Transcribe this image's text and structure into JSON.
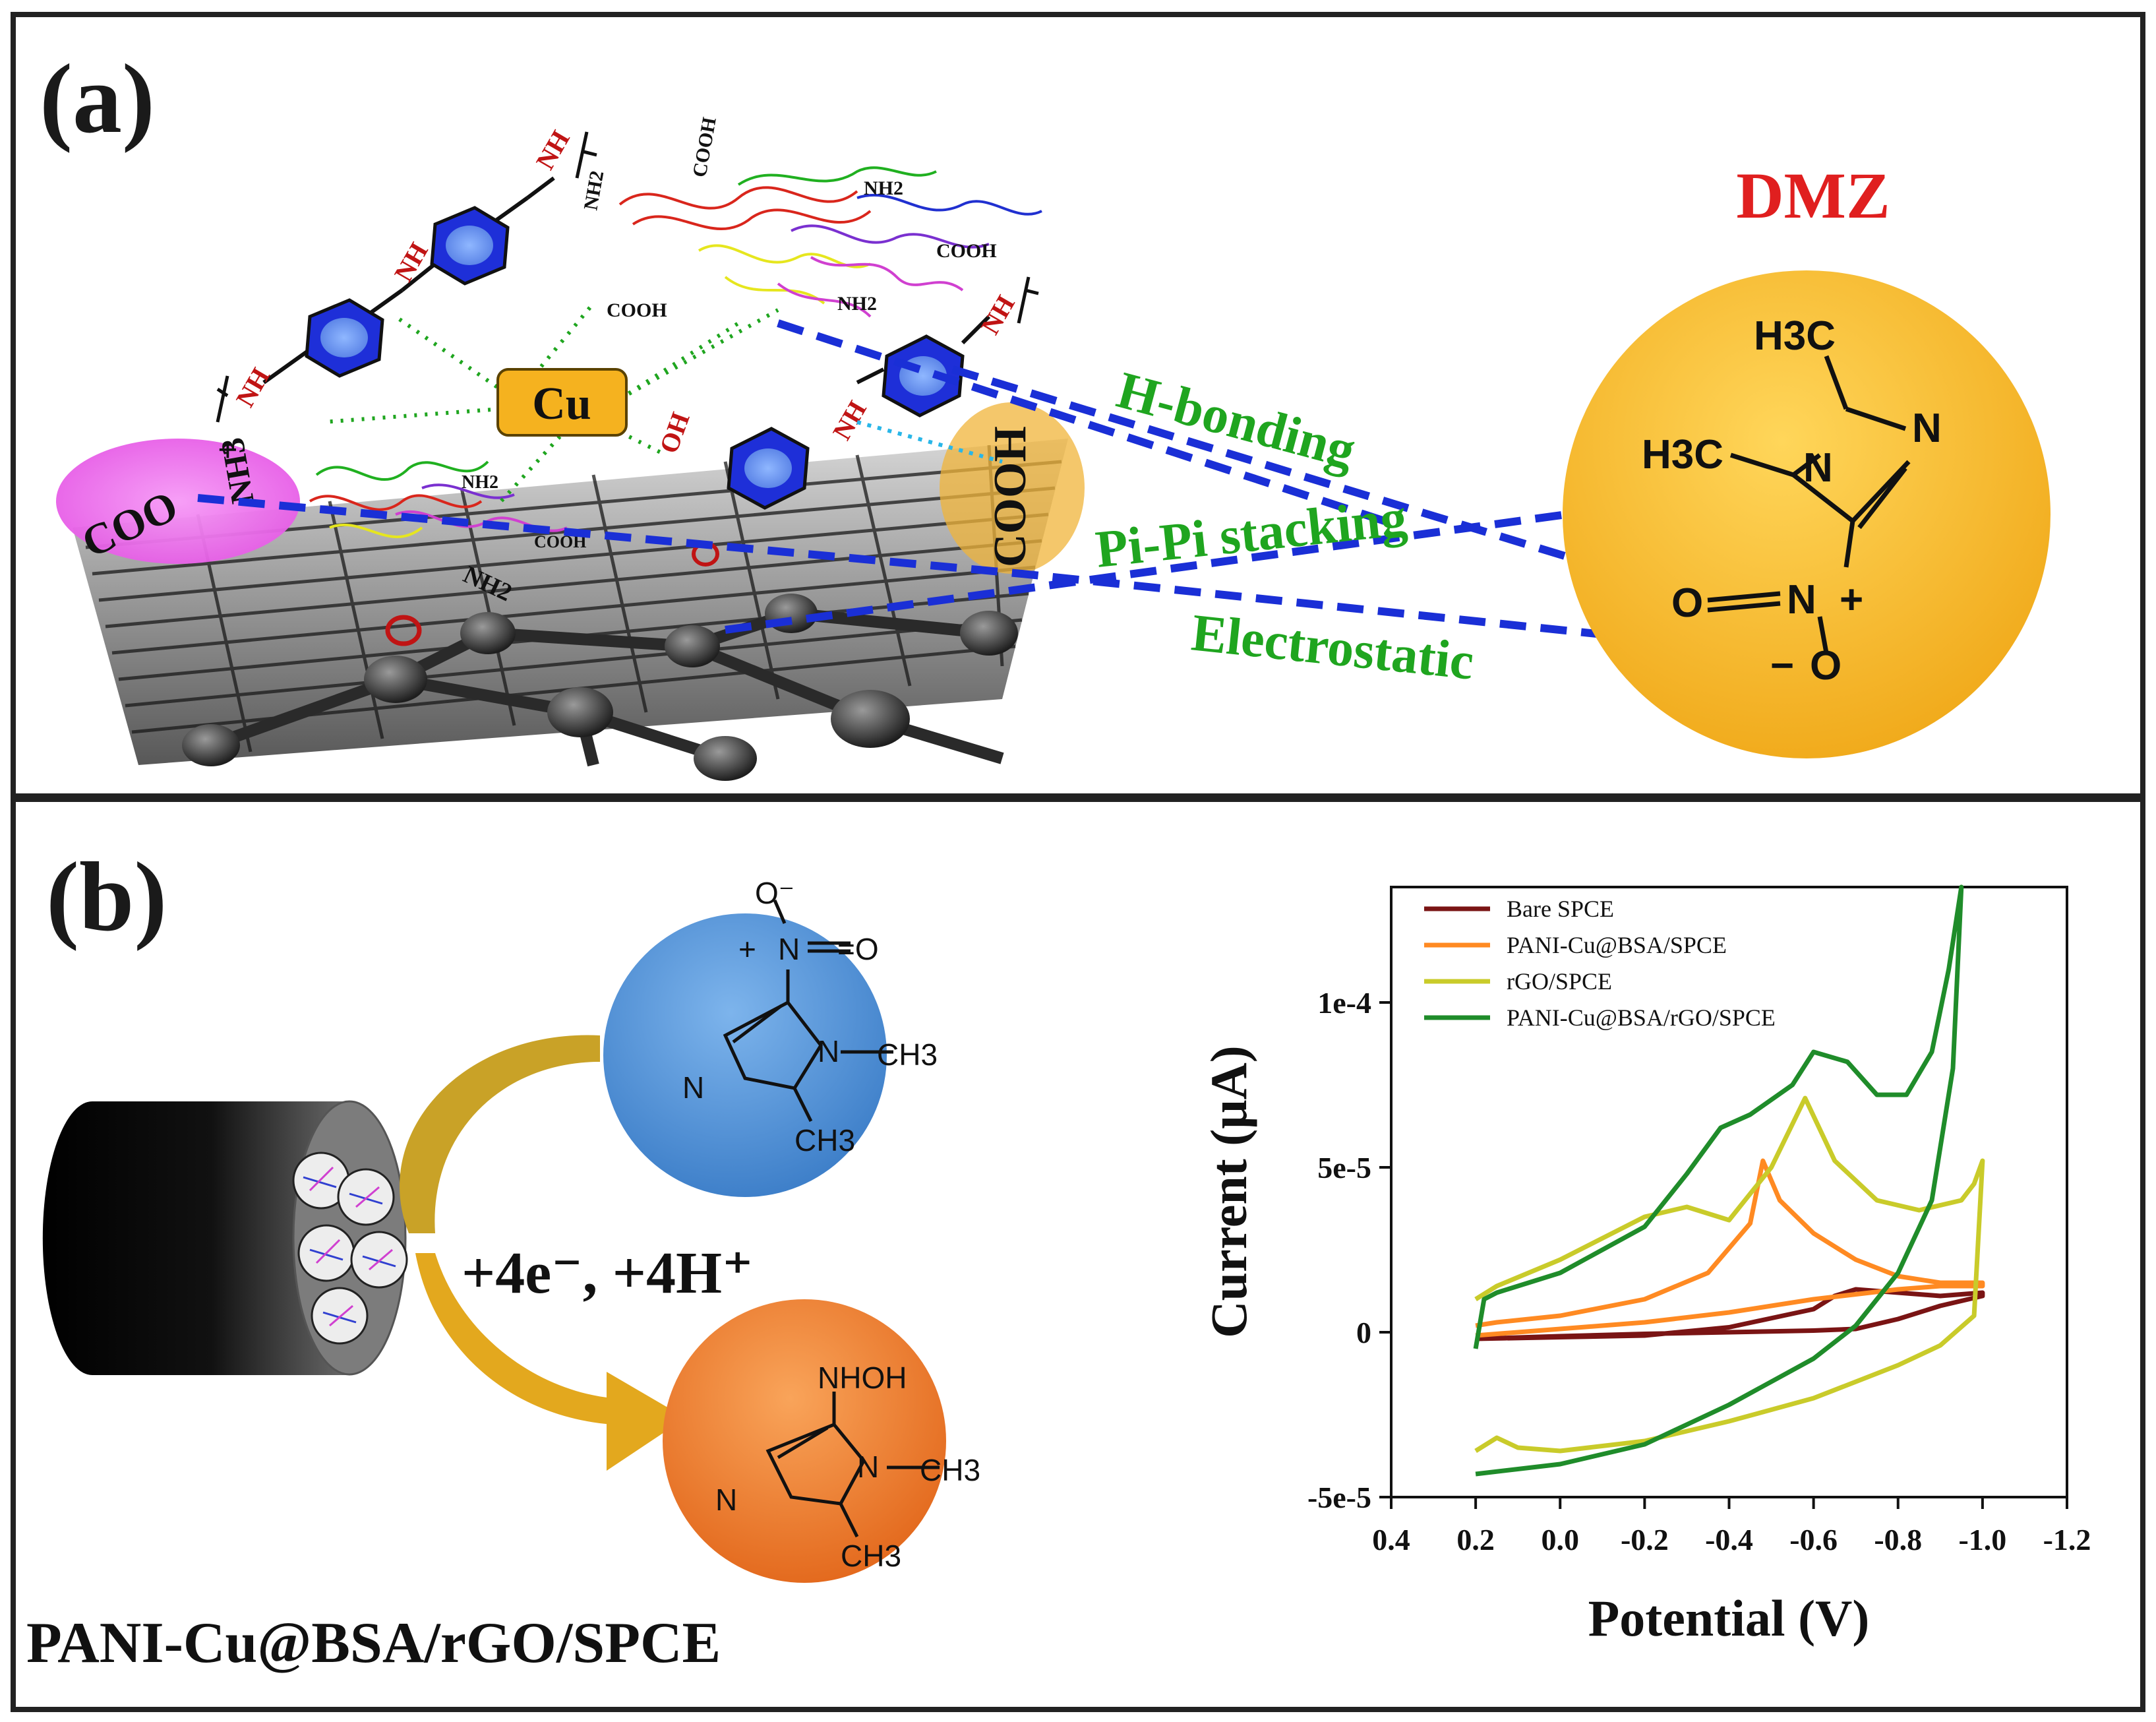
{
  "panel_a": {
    "label": "(a)",
    "dmz_label": "DMZ",
    "cu_label": "Cu",
    "interactions": [
      "H-bonding",
      "Pi-Pi stacking",
      "Electrostatic"
    ],
    "groups": {
      "nh": "NH",
      "cooh": "COOH",
      "oh": "OH",
      "nh2": "NH2",
      "coo": "COO",
      "nh3": "NH3",
      "plus": "+",
      "o": "O"
    },
    "dmz_molecule": {
      "h3c_top": "H3C",
      "h3c_left": "H3C",
      "n_ring_right": "N",
      "n_ring_left": "N",
      "nitro_o_left": "O",
      "nitro_n": "N",
      "plus": "+",
      "minus": "−",
      "nitro_o_bottom": "O"
    },
    "colors": {
      "dmz_circle": "#F5B21F",
      "cu_box": "#F5B21F",
      "interaction_text": "#1FA51F",
      "dmz_text": "#E01F1F",
      "dashed_lines": "#1A2FD6",
      "pink_ellipse": "#F06CF0",
      "benzene": "#1E2FD8"
    }
  },
  "panel_b": {
    "label": "(b)",
    "electrode_label": "PANI-Cu@BSA/rGO/SPCE",
    "reaction_label": "+4e⁻, +4H⁺",
    "top_molecule": {
      "o_minus": "O⁻",
      "plus": "+",
      "n": "N",
      "eq_o": "=O",
      "n_methyl": "N",
      "ch3_right": "CH3",
      "n_left": "N",
      "ch3_bottom": "CH3"
    },
    "bottom_molecule": {
      "nhoh": "NHOH",
      "n_methyl": "N",
      "ch3_right": "CH3",
      "n_left": "N",
      "ch3_bottom": "CH3"
    },
    "colors": {
      "blue_circle": "#4F93DA",
      "orange_circle": "#EE7D2E",
      "arrow": "#E3A81E"
    }
  },
  "chart_data": {
    "type": "line",
    "xlabel": "Potential (V)",
    "ylabel": "Current (μA)",
    "xlim": [
      0.4,
      -1.2
    ],
    "ylim": [
      -5e-05,
      0.000135
    ],
    "x_ticks": [
      0.4,
      0.2,
      0.0,
      -0.2,
      -0.4,
      -0.6,
      -0.8,
      -1.0,
      -1.2
    ],
    "x_tick_labels": [
      "0.4",
      "0.2",
      "0.0",
      "-0.2",
      "-0.4",
      "-0.6",
      "-0.8",
      "-1.0",
      "-1.2"
    ],
    "y_ticks": [
      -5e-05,
      0,
      5e-05,
      0.0001
    ],
    "y_tick_labels": [
      "-5e-5",
      "0",
      "5e-5",
      "1e-4"
    ],
    "legend_position": "top-left",
    "series": [
      {
        "name": "Bare SPCE",
        "color": "#7A1414",
        "x": [
          0.2,
          0.0,
          -0.2,
          -0.4,
          -0.6,
          -0.65,
          -0.7,
          -0.8,
          -0.9,
          -1.0,
          -1.0,
          -0.9,
          -0.8,
          -0.7,
          -0.6,
          -0.4,
          -0.2,
          0.0,
          0.2
        ],
        "y": [
          -2e-06,
          -1.5e-06,
          -1e-06,
          1.5e-06,
          7e-06,
          1.1e-05,
          1.3e-05,
          1.2e-05,
          1.1e-05,
          1.2e-05,
          1.1e-05,
          8e-06,
          4e-06,
          1e-06,
          5e-07,
          0.0,
          -5e-07,
          -1.2e-06,
          -2e-06
        ]
      },
      {
        "name": "PANI-Cu@BSA/SPCE",
        "color": "#FF8A22",
        "x": [
          0.2,
          0.15,
          0.0,
          -0.2,
          -0.35,
          -0.45,
          -0.48,
          -0.52,
          -0.6,
          -0.7,
          -0.8,
          -0.9,
          -1.0,
          -1.0,
          -0.9,
          -0.8,
          -0.6,
          -0.4,
          -0.2,
          0.0,
          0.2
        ],
        "y": [
          2e-06,
          3e-06,
          5e-06,
          1e-05,
          1.8e-05,
          3.3e-05,
          5.2e-05,
          4e-05,
          3e-05,
          2.2e-05,
          1.7e-05,
          1.5e-05,
          1.5e-05,
          1.4e-05,
          1.4e-05,
          1.3e-05,
          1e-05,
          6e-06,
          3e-06,
          1e-06,
          -1e-06
        ]
      },
      {
        "name": "rGO/SPCE",
        "color": "#C9CB2A",
        "x": [
          0.2,
          0.15,
          0.0,
          -0.2,
          -0.3,
          -0.4,
          -0.5,
          -0.58,
          -0.65,
          -0.75,
          -0.85,
          -0.95,
          -0.98,
          -1.0,
          -0.98,
          -0.9,
          -0.8,
          -0.6,
          -0.4,
          -0.2,
          0.0,
          0.1,
          0.15,
          0.2
        ],
        "y": [
          1e-05,
          1.4e-05,
          2.2e-05,
          3.5e-05,
          3.8e-05,
          3.4e-05,
          5e-05,
          7.1e-05,
          5.2e-05,
          4e-05,
          3.7e-05,
          4e-05,
          4.5e-05,
          5.2e-05,
          5e-06,
          -4e-06,
          -1e-05,
          -2e-05,
          -2.7e-05,
          -3.3e-05,
          -3.6e-05,
          -3.5e-05,
          -3.2e-05,
          -3.6e-05
        ]
      },
      {
        "name": "PANI-Cu@BSA/rGO/SPCE",
        "color": "#1F8C2A",
        "x": [
          0.2,
          0.18,
          0.15,
          0.0,
          -0.2,
          -0.3,
          -0.38,
          -0.45,
          -0.55,
          -0.6,
          -0.68,
          -0.75,
          -0.82,
          -0.88,
          -0.92,
          -0.95,
          -0.93,
          -0.88,
          -0.8,
          -0.7,
          -0.6,
          -0.4,
          -0.2,
          0.0,
          0.2
        ],
        "y": [
          -5e-06,
          1e-05,
          1.2e-05,
          1.8e-05,
          3.2e-05,
          4.8e-05,
          6.2e-05,
          6.6e-05,
          7.5e-05,
          8.5e-05,
          8.2e-05,
          7.2e-05,
          7.2e-05,
          8.5e-05,
          0.00011,
          0.000135,
          8e-05,
          4e-05,
          1.8e-05,
          2e-06,
          -8e-06,
          -2.2e-05,
          -3.4e-05,
          -4e-05,
          -4.3e-05
        ]
      }
    ]
  }
}
